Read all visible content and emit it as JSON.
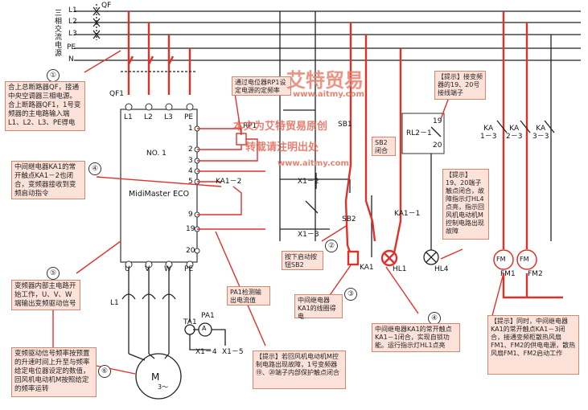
{
  "power": {
    "phase_labels": [
      "L1",
      "L2",
      "L3",
      "PE",
      "N"
    ],
    "source_label": [
      "三",
      "相",
      "交",
      "流",
      "电",
      "源"
    ],
    "main_breaker": "QF",
    "vfd_breaker": "QF1"
  },
  "vfd": {
    "model_no": "NO. 1",
    "model_name": "MidiMaster ECO",
    "input_terminals": [
      "L1",
      "L2",
      "L3",
      "PE"
    ],
    "output_terminals": [
      "U",
      "V",
      "W",
      "PE"
    ],
    "control_terminals": [
      "1",
      "2",
      "3",
      "4",
      "5",
      "9",
      "19",
      "20"
    ]
  },
  "components": {
    "rp1": "RP1",
    "ka1_2": "KA1－2",
    "l1": "L1",
    "ta1": "TA1",
    "pa1": "PA1",
    "ammeter": "A",
    "x1_4": "X1－4",
    "x1_5": "X1－5",
    "motor": "M",
    "motor_sub": "3～",
    "sb1": "SB1",
    "sb2": "SB2",
    "x1_2": "X1－2",
    "x1_3": "X1－3",
    "ka1": "KA1",
    "ka1_1": "KA1－1",
    "hl1": "HL1",
    "hl4": "HL4",
    "rl2_1": "RL2－1",
    "rl_19": "19",
    "rl_20": "20",
    "ka1_3_1": "KA\n1－3",
    "ka2_3": "KA\n2－3",
    "ka3_3": "KA\n3－3",
    "fm": "FM",
    "fm1": "FM1",
    "fm2": "FM2"
  },
  "steps": [
    "①",
    "②",
    "③",
    "④",
    "⑤",
    "⑥"
  ],
  "notes": {
    "n1": "合上总断路器QF，接通中央空调器三相电源。合上断路器QF1，1号变频器的主电路输入端L1、L2、L3、PE得电",
    "rp": "通过电位器RP1设定电源的定频率",
    "sb2_closed": "SB2闭合",
    "tip_top": "【提示】接变频器的19、20号接线端子",
    "n4a": "中间继电器KA1的常开触点KA1－2也闭合，变频器接收到变频启动指令",
    "tip_fault": "【提示】19、20端子触点闭合，故障指示灯HL4点亮，指示回风机电动机M控制电路出现故障",
    "n2": "按下启动按钮SB2",
    "n3": "中间继电器KA1的线圈得电",
    "n5": "变频器内部主电路开始工作，U、V、W端输出变频驱动信号",
    "pa1_tip": "PA1检测输出电流值",
    "n6": "变频驱动信号频率按预置的升速时间上升至与频率给定电位器设定的数值，回风机电动机M按照给定的频率运转",
    "n4b": "中间继电器KA1的常开触点KA1－1闭合，实现自锁功能。运行指示灯HL1点亮",
    "tip_fault2": "【提示】若回风机电动机M控制电路出现故障，1号变频器⑲、⑳端子内部保护触点闭合",
    "tip_fan": "【提示】同时，中间继电器KA1的常开触点KA1－3闭合，接通变频柜散热风扇FM1、FM2的供电电源，散热风扇FM1、FM2启动工作"
  },
  "watermark": {
    "brand": "艾特贸易",
    "url1": "www.aitmy.com",
    "line1": "本文为艾特贸易原创",
    "line2": "转载请注明出处",
    "url2": "www.aitmy.com"
  },
  "colors": {
    "wire_red": "#e0302a",
    "note_bg": "#fde2da",
    "wire_black": "#222222"
  }
}
